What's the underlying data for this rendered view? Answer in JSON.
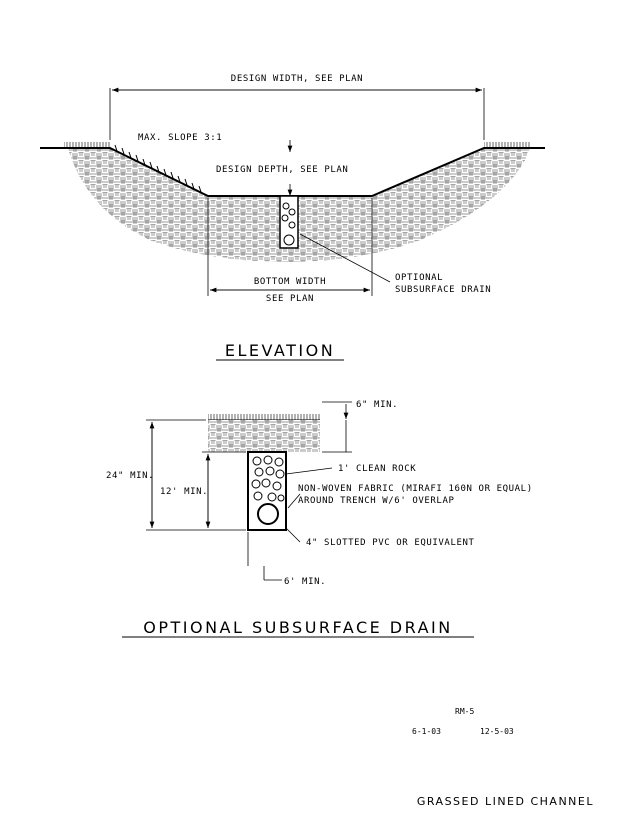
{
  "elevation": {
    "design_width": "DESIGN WIDTH, SEE PLAN",
    "max_slope": "MAX. SLOPE 3:1",
    "design_depth": "DESIGN DEPTH, SEE PLAN",
    "bottom_width_line1": "BOTTOM WIDTH",
    "bottom_width_line2": "SEE PLAN",
    "optional_line1": "OPTIONAL",
    "optional_line2": "SUBSURFACE DRAIN",
    "title": "ELEVATION"
  },
  "drain": {
    "six_min_top": "6\" MIN.",
    "twenty_four_min": "24\" MIN.",
    "twelve_min": "12' MIN.",
    "clean_rock": "1' CLEAN ROCK",
    "fabric_line1": "NON-WOVEN FABRIC (MIRAFI 160N OR EQUAL)",
    "fabric_line2": "AROUND TRENCH W/6' OVERLAP",
    "pvc": "4\" SLOTTED PVC OR EQUIVALENT",
    "six_min_bottom": "6' MIN.",
    "title": "OPTIONAL SUBSURFACE DRAIN"
  },
  "footer": {
    "code": "RM-5",
    "date1": "6-1-03",
    "date2": "12-5-03",
    "drawing_title": "GRASSED LINED CHANNEL"
  }
}
